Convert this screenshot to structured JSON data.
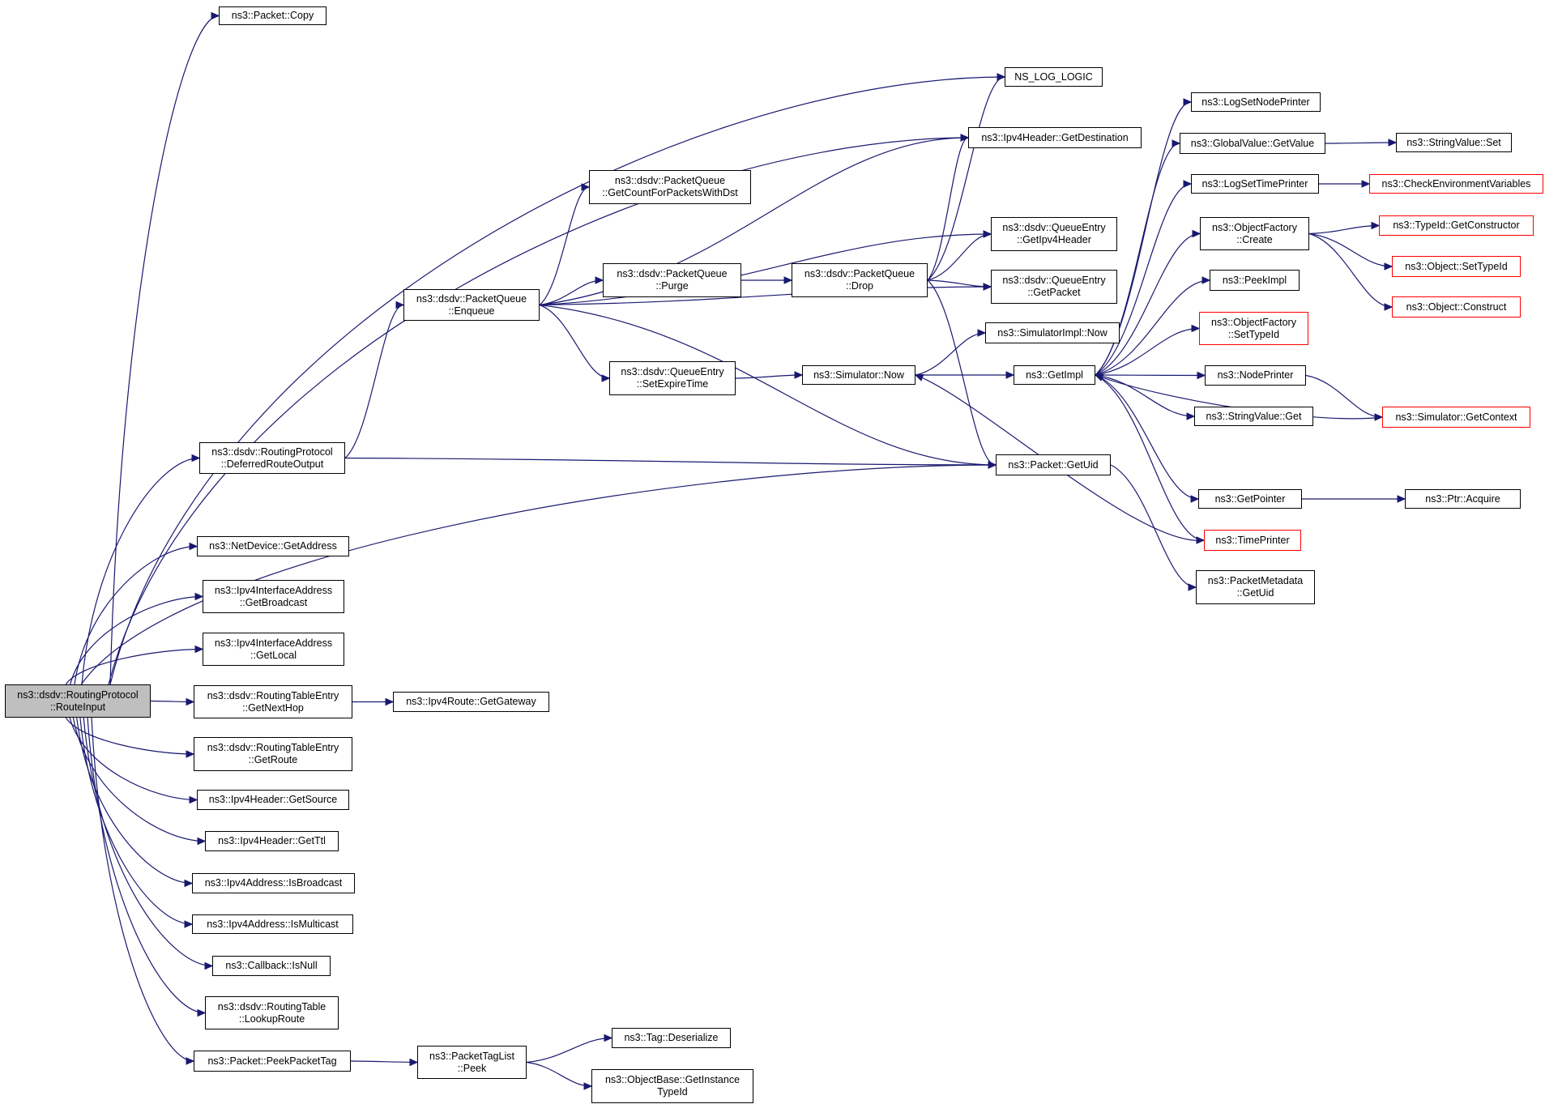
{
  "graph": {
    "nodes": [
      {
        "id": "root",
        "lines": [
          "ns3::dsdv::RoutingProtocol",
          "::RouteInput"
        ],
        "style": "root"
      },
      {
        "id": "copy",
        "lines": [
          "ns3::Packet::Copy"
        ],
        "style": "normal"
      },
      {
        "id": "nslog",
        "lines": [
          "NS_LOG_LOGIC"
        ],
        "style": "normal"
      },
      {
        "id": "getdest",
        "lines": [
          "ns3::Ipv4Header::GetDestination"
        ],
        "style": "normal"
      },
      {
        "id": "getcount",
        "lines": [
          "ns3::dsdv::PacketQueue",
          "::GetCountForPacketsWithDst"
        ],
        "style": "normal"
      },
      {
        "id": "qe_getipv4",
        "lines": [
          "ns3::dsdv::QueueEntry",
          "::GetIpv4Header"
        ],
        "style": "normal"
      },
      {
        "id": "purge",
        "lines": [
          "ns3::dsdv::PacketQueue",
          "::Purge"
        ],
        "style": "normal"
      },
      {
        "id": "drop",
        "lines": [
          "ns3::dsdv::PacketQueue",
          "::Drop"
        ],
        "style": "normal"
      },
      {
        "id": "qe_getpacket",
        "lines": [
          "ns3::dsdv::QueueEntry",
          "::GetPacket"
        ],
        "style": "normal"
      },
      {
        "id": "enqueue",
        "lines": [
          "ns3::dsdv::PacketQueue",
          "::Enqueue"
        ],
        "style": "normal"
      },
      {
        "id": "simimplnow",
        "lines": [
          "ns3::SimulatorImpl::Now"
        ],
        "style": "normal"
      },
      {
        "id": "setexpire",
        "lines": [
          "ns3::dsdv::QueueEntry",
          "::SetExpireTime"
        ],
        "style": "normal"
      },
      {
        "id": "simnow",
        "lines": [
          "ns3::Simulator::Now"
        ],
        "style": "normal"
      },
      {
        "id": "getimpl",
        "lines": [
          "ns3::GetImpl"
        ],
        "style": "normal"
      },
      {
        "id": "deferred",
        "lines": [
          "ns3::dsdv::RoutingProtocol",
          "::DeferredRouteOutput"
        ],
        "style": "normal"
      },
      {
        "id": "getuid",
        "lines": [
          "ns3::Packet::GetUid"
        ],
        "style": "normal"
      },
      {
        "id": "logsetnode",
        "lines": [
          "ns3::LogSetNodePrinter"
        ],
        "style": "normal"
      },
      {
        "id": "gv_getvalue",
        "lines": [
          "ns3::GlobalValue::GetValue"
        ],
        "style": "normal"
      },
      {
        "id": "sv_set",
        "lines": [
          "ns3::StringValue::Set"
        ],
        "style": "normal"
      },
      {
        "id": "logsettime",
        "lines": [
          "ns3::LogSetTimePrinter"
        ],
        "style": "normal"
      },
      {
        "id": "checkenv",
        "lines": [
          "ns3::CheckEnvironmentVariables"
        ],
        "style": "red"
      },
      {
        "id": "of_create",
        "lines": [
          "ns3::ObjectFactory",
          "::Create"
        ],
        "style": "normal"
      },
      {
        "id": "getconstructor",
        "lines": [
          "ns3::TypeId::GetConstructor"
        ],
        "style": "red"
      },
      {
        "id": "settypeid",
        "lines": [
          "ns3::Object::SetTypeId"
        ],
        "style": "red"
      },
      {
        "id": "construct",
        "lines": [
          "ns3::Object::Construct"
        ],
        "style": "red"
      },
      {
        "id": "peekimpl",
        "lines": [
          "ns3::PeekImpl"
        ],
        "style": "normal"
      },
      {
        "id": "of_settypeid",
        "lines": [
          "ns3::ObjectFactory",
          "::SetTypeId"
        ],
        "style": "red"
      },
      {
        "id": "nodeprinter",
        "lines": [
          "ns3::NodePrinter"
        ],
        "style": "normal"
      },
      {
        "id": "getcontext",
        "lines": [
          "ns3::Simulator::GetContext"
        ],
        "style": "red"
      },
      {
        "id": "sv_get",
        "lines": [
          "ns3::StringValue::Get"
        ],
        "style": "normal"
      },
      {
        "id": "getpointer",
        "lines": [
          "ns3::GetPointer"
        ],
        "style": "normal"
      },
      {
        "id": "ptracquire",
        "lines": [
          "ns3::Ptr::Acquire"
        ],
        "style": "normal"
      },
      {
        "id": "timeprinter",
        "lines": [
          "ns3::TimePrinter"
        ],
        "style": "red"
      },
      {
        "id": "pm_getuid",
        "lines": [
          "ns3::PacketMetadata",
          "::GetUid"
        ],
        "style": "normal"
      },
      {
        "id": "nd_getaddress",
        "lines": [
          "ns3::NetDevice::GetAddress"
        ],
        "style": "normal"
      },
      {
        "id": "getbroadcast",
        "lines": [
          "ns3::Ipv4InterfaceAddress",
          "::GetBroadcast"
        ],
        "style": "normal"
      },
      {
        "id": "getlocal",
        "lines": [
          "ns3::Ipv4InterfaceAddress",
          "::GetLocal"
        ],
        "style": "normal"
      },
      {
        "id": "getnexthop",
        "lines": [
          "ns3::dsdv::RoutingTableEntry",
          "::GetNextHop"
        ],
        "style": "normal"
      },
      {
        "id": "getgateway",
        "lines": [
          "ns3::Ipv4Route::GetGateway"
        ],
        "style": "normal"
      },
      {
        "id": "getroute",
        "lines": [
          "ns3::dsdv::RoutingTableEntry",
          "::GetRoute"
        ],
        "style": "normal"
      },
      {
        "id": "getsource",
        "lines": [
          "ns3::Ipv4Header::GetSource"
        ],
        "style": "normal"
      },
      {
        "id": "getttl",
        "lines": [
          "ns3::Ipv4Header::GetTtl"
        ],
        "style": "normal"
      },
      {
        "id": "isbroadcast",
        "lines": [
          "ns3::Ipv4Address::IsBroadcast"
        ],
        "style": "normal"
      },
      {
        "id": "ismulticast",
        "lines": [
          "ns3::Ipv4Address::IsMulticast"
        ],
        "style": "normal"
      },
      {
        "id": "isnull",
        "lines": [
          "ns3::Callback::IsNull"
        ],
        "style": "normal"
      },
      {
        "id": "lookuproute",
        "lines": [
          "ns3::dsdv::RoutingTable",
          "::LookupRoute"
        ],
        "style": "normal"
      },
      {
        "id": "peekpackettag",
        "lines": [
          "ns3::Packet::PeekPacketTag"
        ],
        "style": "normal"
      },
      {
        "id": "ptl_peek",
        "lines": [
          "ns3::PacketTagList",
          "::Peek"
        ],
        "style": "normal"
      },
      {
        "id": "deserialize",
        "lines": [
          "ns3::Tag::Deserialize"
        ],
        "style": "normal"
      },
      {
        "id": "getinstancetypeid",
        "lines": [
          "ns3::ObjectBase::GetInstance",
          "TypeId"
        ],
        "style": "normal"
      }
    ],
    "edges": [
      [
        "root",
        "copy"
      ],
      [
        "root",
        "nslog"
      ],
      [
        "root",
        "getdest"
      ],
      [
        "root",
        "deferred"
      ],
      [
        "root",
        "getuid"
      ],
      [
        "root",
        "nd_getaddress"
      ],
      [
        "root",
        "getbroadcast"
      ],
      [
        "root",
        "getlocal"
      ],
      [
        "root",
        "getnexthop"
      ],
      [
        "root",
        "getroute"
      ],
      [
        "root",
        "getsource"
      ],
      [
        "root",
        "getttl"
      ],
      [
        "root",
        "isbroadcast"
      ],
      [
        "root",
        "ismulticast"
      ],
      [
        "root",
        "isnull"
      ],
      [
        "root",
        "lookuproute"
      ],
      [
        "root",
        "peekpackettag"
      ],
      [
        "deferred",
        "enqueue"
      ],
      [
        "deferred",
        "getuid"
      ],
      [
        "enqueue",
        "getdest"
      ],
      [
        "enqueue",
        "getcount"
      ],
      [
        "enqueue",
        "qe_getipv4"
      ],
      [
        "enqueue",
        "purge"
      ],
      [
        "enqueue",
        "qe_getpacket"
      ],
      [
        "enqueue",
        "setexpire"
      ],
      [
        "enqueue",
        "getuid"
      ],
      [
        "purge",
        "drop"
      ],
      [
        "drop",
        "nslog"
      ],
      [
        "drop",
        "getdest"
      ],
      [
        "drop",
        "qe_getipv4"
      ],
      [
        "drop",
        "qe_getpacket"
      ],
      [
        "drop",
        "getuid"
      ],
      [
        "setexpire",
        "simnow"
      ],
      [
        "simnow",
        "simimplnow"
      ],
      [
        "simnow",
        "getimpl"
      ],
      [
        "getimpl",
        "logsetnode"
      ],
      [
        "getimpl",
        "gv_getvalue"
      ],
      [
        "getimpl",
        "logsettime"
      ],
      [
        "getimpl",
        "of_create"
      ],
      [
        "getimpl",
        "peekimpl"
      ],
      [
        "getimpl",
        "of_settypeid"
      ],
      [
        "getimpl",
        "nodeprinter"
      ],
      [
        "getimpl",
        "sv_get"
      ],
      [
        "getimpl",
        "getpointer"
      ],
      [
        "getimpl",
        "timeprinter"
      ],
      [
        "gv_getvalue",
        "sv_set"
      ],
      [
        "logsettime",
        "checkenv"
      ],
      [
        "of_create",
        "getconstructor"
      ],
      [
        "of_create",
        "settypeid"
      ],
      [
        "of_create",
        "construct"
      ],
      [
        "nodeprinter",
        "getcontext"
      ],
      [
        "getcontext",
        "getimpl"
      ],
      [
        "timeprinter",
        "simnow"
      ],
      [
        "getpointer",
        "ptracquire"
      ],
      [
        "getuid",
        "pm_getuid"
      ],
      [
        "getnexthop",
        "getgateway"
      ],
      [
        "peekpackettag",
        "ptl_peek"
      ],
      [
        "ptl_peek",
        "deserialize"
      ],
      [
        "ptl_peek",
        "getinstancetypeid"
      ]
    ]
  }
}
